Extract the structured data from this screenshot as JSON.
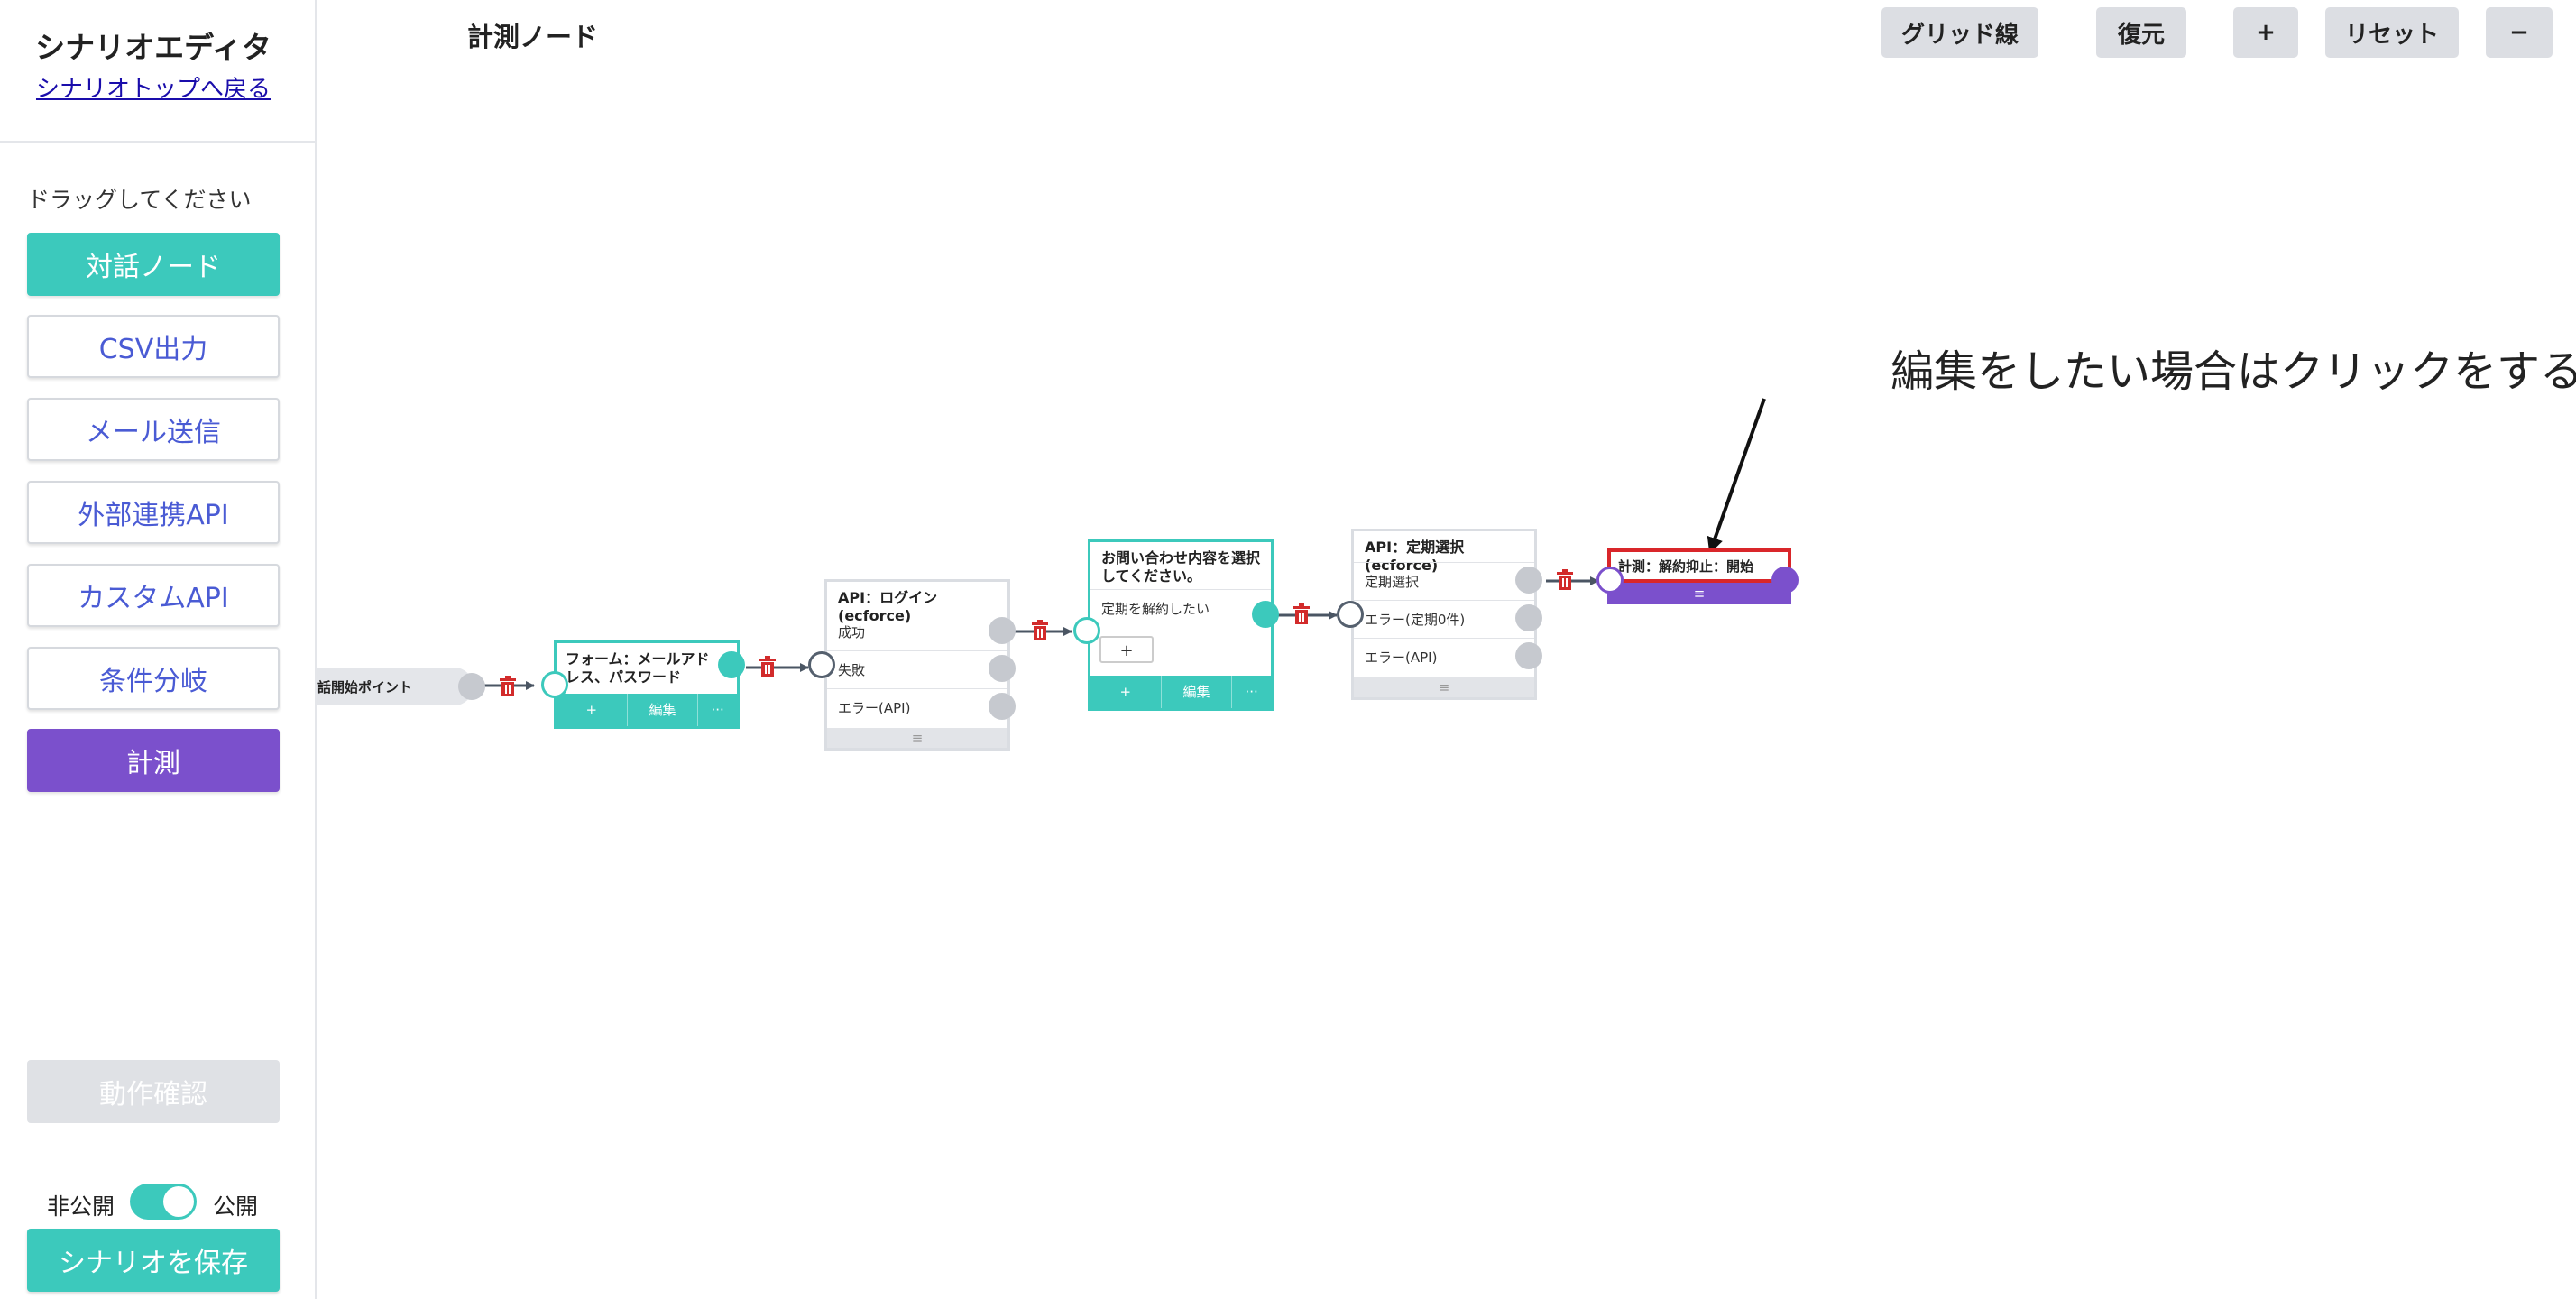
{
  "sidebar": {
    "title": "シナリオエディタ",
    "back_link": "シナリオトップへ戻る",
    "hint": "ドラッグしてください",
    "palette": [
      {
        "label": "対話ノード"
      },
      {
        "label": "CSV出力"
      },
      {
        "label": "メール送信"
      },
      {
        "label": "外部連携API"
      },
      {
        "label": "カスタムAPI"
      },
      {
        "label": "条件分岐"
      },
      {
        "label": "計測"
      }
    ],
    "test_button": "動作確認",
    "toggle": {
      "off_label": "非公開",
      "on_label": "公開",
      "state": "on"
    },
    "save_button": "シナリオを保存"
  },
  "toolbar": {
    "canvas_title": "計測ノード",
    "grid": "グリッド線",
    "restore": "復元",
    "zoom_in": "+",
    "reset": "リセット",
    "zoom_out": "−"
  },
  "nodes": {
    "start": {
      "label": "話開始ポイント"
    },
    "form": {
      "title": "フォーム：メールアドレス、パスワード",
      "footer": [
        "+",
        "編集",
        "···"
      ]
    },
    "api_login": {
      "title": "API：ログイン(ecforce)",
      "rows": [
        "成功",
        "失敗",
        "エラー(API)"
      ],
      "footer": "≡"
    },
    "dialog": {
      "title": "お問い合わせ内容を選択してください。",
      "rows": [
        "定期を解約したい"
      ],
      "add": "+",
      "footer": [
        "+",
        "編集",
        "···"
      ]
    },
    "api_sub": {
      "title": "API：定期選択(ecforce)",
      "rows": [
        "定期選択",
        "エラー(定期0件)",
        "エラー(API)"
      ],
      "footer": "≡"
    },
    "measure": {
      "title": "計測：解約抑止：開始",
      "footer": "≡"
    }
  },
  "annotation": {
    "text": "編集をしたい場合はクリックをする"
  },
  "colors": {
    "teal": "#3cc9bc",
    "purple": "#7b50cc",
    "highlight": "#d9262a",
    "trash": "#d22b2b"
  }
}
